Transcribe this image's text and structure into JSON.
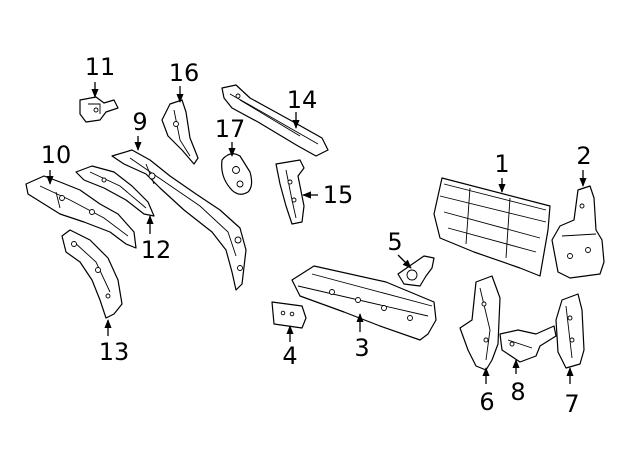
{
  "callouts": [
    {
      "key": "p1",
      "text": "1"
    },
    {
      "key": "p2",
      "text": "2"
    },
    {
      "key": "p3",
      "text": "3"
    },
    {
      "key": "p4",
      "text": "4"
    },
    {
      "key": "p5",
      "text": "5"
    },
    {
      "key": "p6",
      "text": "6"
    },
    {
      "key": "p7",
      "text": "7"
    },
    {
      "key": "p8",
      "text": "8"
    },
    {
      "key": "p9",
      "text": "9"
    },
    {
      "key": "p10",
      "text": "10"
    },
    {
      "key": "p11",
      "text": "11"
    },
    {
      "key": "p12",
      "text": "12"
    },
    {
      "key": "p13",
      "text": "13"
    },
    {
      "key": "p14",
      "text": "14"
    },
    {
      "key": "p15",
      "text": "15"
    },
    {
      "key": "p16",
      "text": "16"
    },
    {
      "key": "p17",
      "text": "17"
    }
  ]
}
